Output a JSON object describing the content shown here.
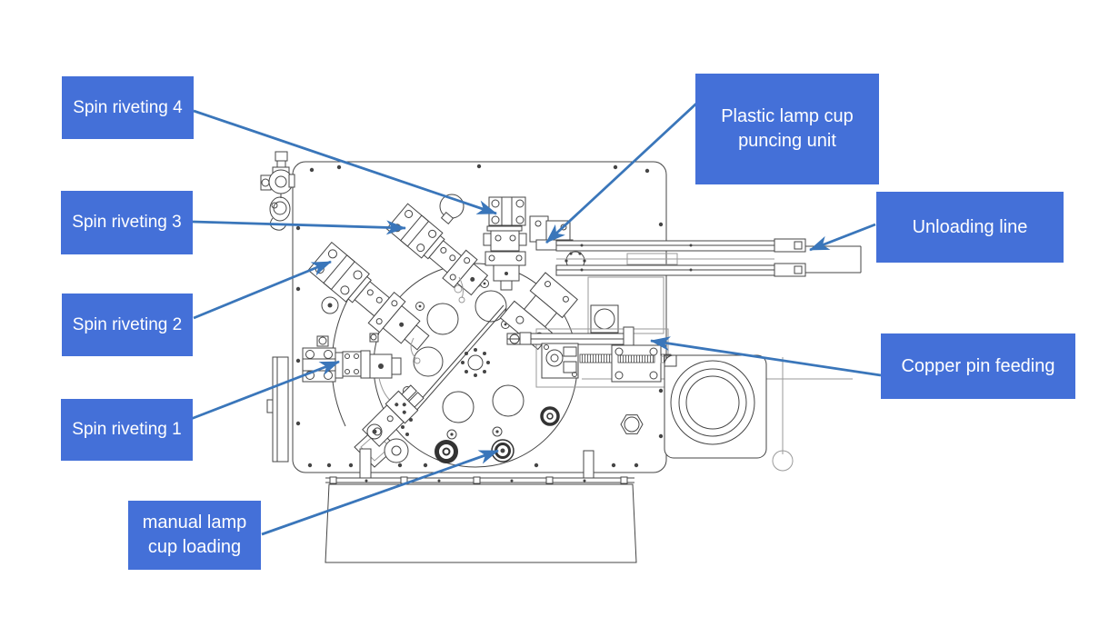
{
  "diagram": {
    "type": "machine-annotation-diagram",
    "labels": {
      "spin_riveting_4": "Spin riveting 4",
      "spin_riveting_3": "Spin riveting 3",
      "spin_riveting_2": "Spin riveting 2",
      "spin_riveting_1": "Spin riveting 1",
      "manual_lamp_cup_loading": "manual lamp cup loading",
      "plastic_lamp_cup_puncing_unit": "Plastic lamp cup puncing unit",
      "unloading_line": "Unloading line",
      "copper_pin_feeding": "Copper pin feeding"
    },
    "colors": {
      "label_background": "#4470d8",
      "label_text": "#ffffff",
      "arrow": "#3a76ba",
      "line_dark": "#454545",
      "line_light": "#9a9a9a",
      "background": "#ffffff"
    }
  }
}
